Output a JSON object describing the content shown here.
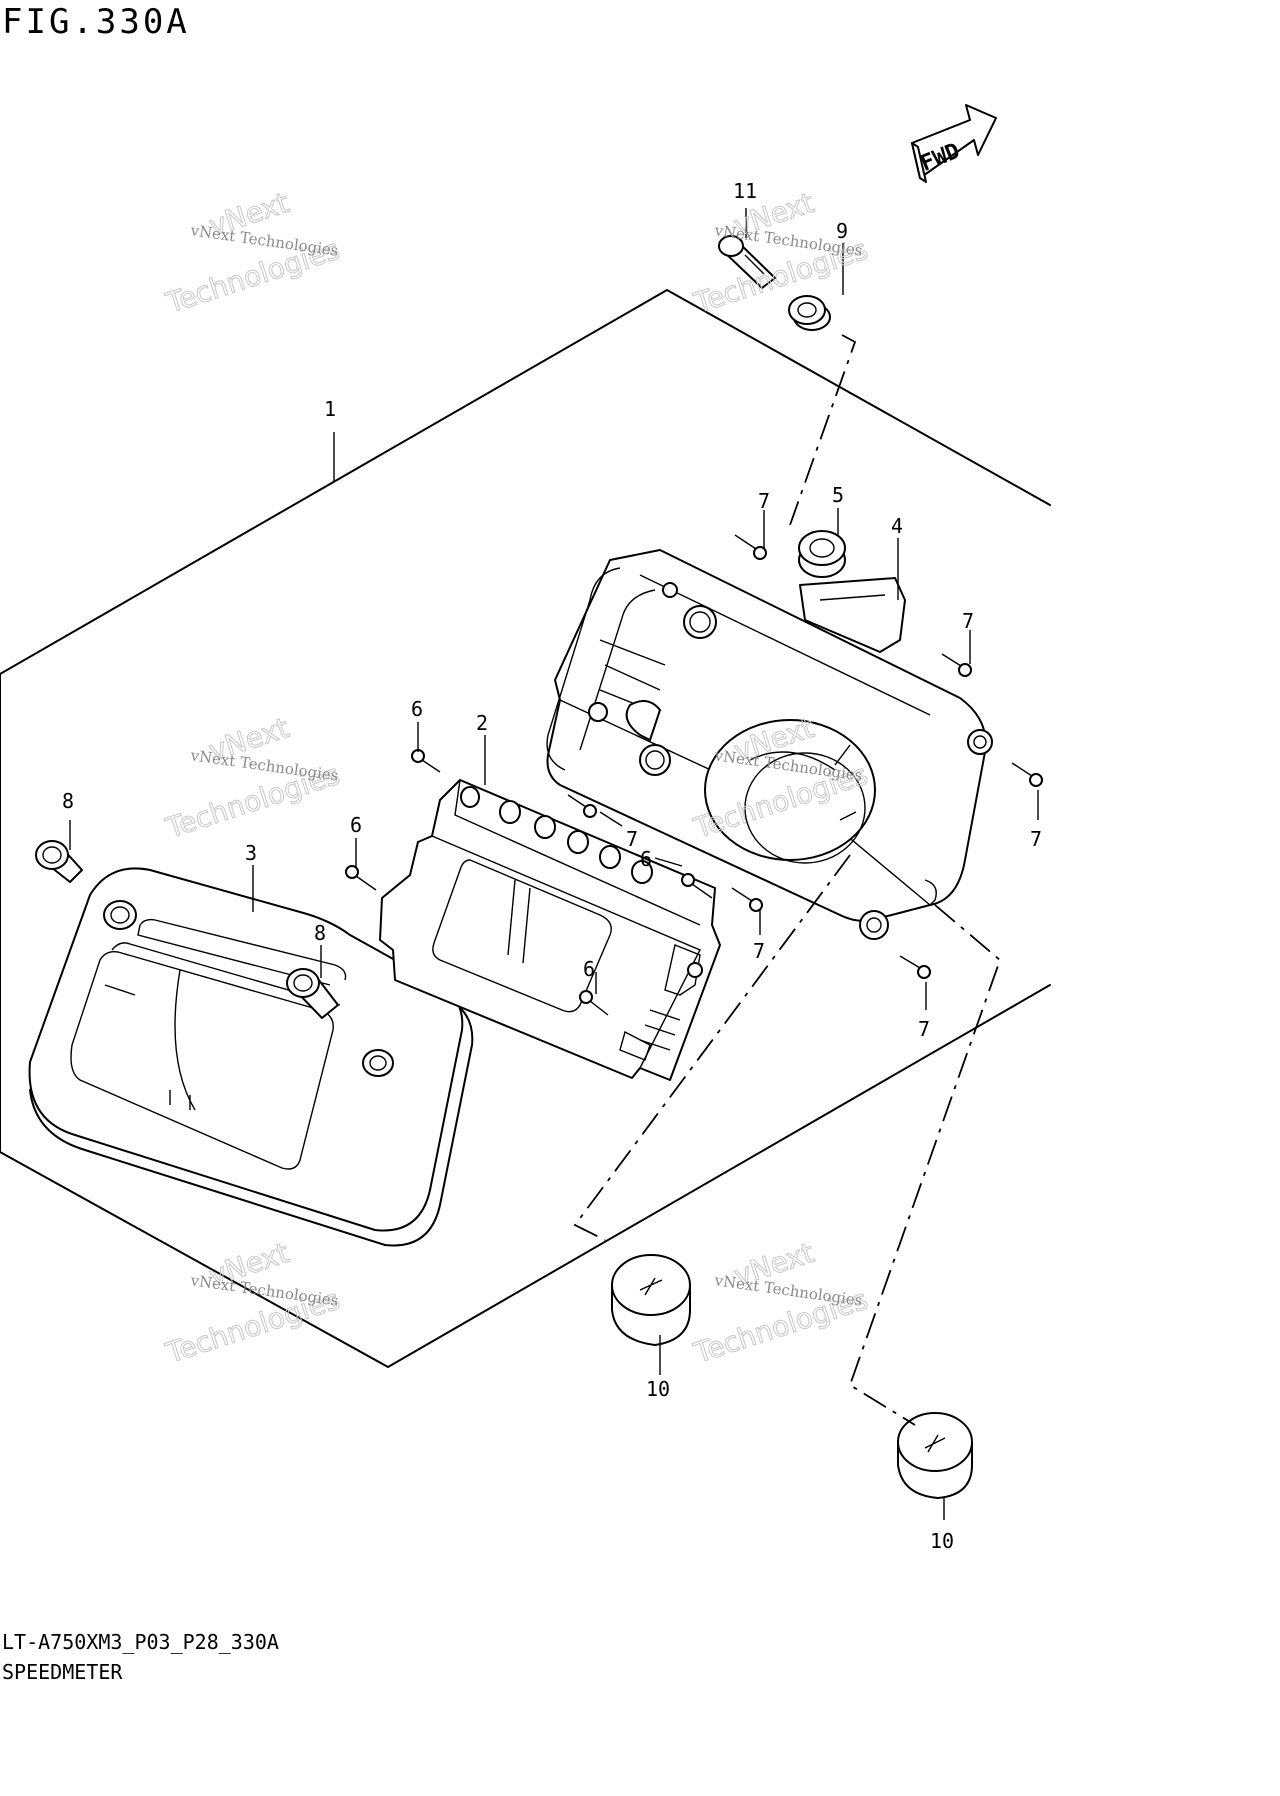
{
  "figure": {
    "title": "FIG.330A",
    "code": "LT-A750XM3_P03_P28_330A",
    "name": "SPEEDMETER",
    "badge": "FWD"
  },
  "watermark": {
    "line1": "vNext Technologies",
    "line2": "Technologies",
    "line3": "vNext"
  },
  "callouts": [
    {
      "id": "c1",
      "label": "1"
    },
    {
      "id": "c2",
      "label": "2"
    },
    {
      "id": "c3",
      "label": "3"
    },
    {
      "id": "c4",
      "label": "4"
    },
    {
      "id": "c5",
      "label": "5"
    },
    {
      "id": "c6a",
      "label": "6"
    },
    {
      "id": "c6b",
      "label": "6"
    },
    {
      "id": "c6c",
      "label": "6"
    },
    {
      "id": "c6d",
      "label": "6"
    },
    {
      "id": "c7a",
      "label": "7"
    },
    {
      "id": "c7b",
      "label": "7"
    },
    {
      "id": "c7c",
      "label": "7"
    },
    {
      "id": "c7d",
      "label": "7"
    },
    {
      "id": "c7e",
      "label": "7"
    },
    {
      "id": "c7f",
      "label": "7"
    },
    {
      "id": "c8a",
      "label": "8"
    },
    {
      "id": "c8b",
      "label": "8"
    },
    {
      "id": "c9",
      "label": "9"
    },
    {
      "id": "c10a",
      "label": "10"
    },
    {
      "id": "c10b",
      "label": "10"
    },
    {
      "id": "c11",
      "label": "11"
    }
  ]
}
